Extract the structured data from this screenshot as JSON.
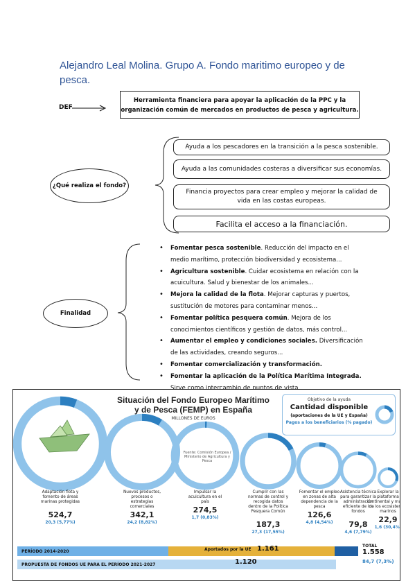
{
  "document": {
    "title": "Alejandro Leal Molina. Grupo A. Fondo maritimo europeo y de pesca.",
    "def_label": "DEF",
    "def_text": "Herramienta financiera para apoyar la aplicación de la PPC y la organización común de mercados en productos de pesca y agricultura.",
    "question": "¿Qué realiza el fondo?",
    "actions": [
      "Ayuda a los pescadores en la transición a la pesca sostenible.",
      "Ayuda a las comunidades costeras a diversificar sus economías.",
      "Financia proyectos para crear empleo y mejorar la calidad de vida en las costas europeas.",
      "Facilita el acceso a la financiación."
    ],
    "finalidad_label": "Finalidad",
    "goals": [
      {
        "bold": "Fomentar pesca sostenible",
        "rest": ". Reducción del impacto en el medio marítimo, protección biodiversidad y ecosistema..."
      },
      {
        "bold": "Agricultura sostenible",
        "rest": ". Cuidar ecosistema en relación con la acuicultura. Salud y bienestar de los animales..."
      },
      {
        "bold": "Mejora la calidad de la flota",
        "rest": ". Mejorar capturas y puertos, sustitución de motores para contaminar menos..."
      },
      {
        "bold": "Fomentar política pesquera común",
        "rest": ". Mejora de los conocimientos científicos y gestión de datos, más control..."
      },
      {
        "bold": "Aumentar el empleo y condiciones sociales.",
        "rest": " Diversificación de las actividades, creando seguros..."
      },
      {
        "bold": "Fomentar comercialización y transformación.",
        "rest": ""
      },
      {
        "bold": "Fomentar la aplicación de la Política Marítima Integrada.",
        "rest": " Sirve como intercambio de puntos de vista"
      }
    ]
  },
  "infographic": {
    "title": "Situación del Fondo Europeo Marítimo y de Pesca (FEMP) en España",
    "subtitle": "MILLONES DE EUROS",
    "legend_t1": "Objetivo de la ayuda",
    "legend_t2": "Cantidad disponible",
    "legend_t3": "(aportaciones de la UE y España)",
    "legend_t4": "Pagos a los beneficiarios (% pagado)",
    "source": "Fuente: Comisión Europea / Ministerio de Agricultura y Pesca",
    "ring_color": "#8fc3ea",
    "paid_color": "#2c7fc0",
    "period_label": "PERÍODO 2014-2020",
    "aportados_label": "Aportados por la UE",
    "aportados_value": "1.161",
    "total_label": "TOTAL",
    "total_value": "1.558",
    "spain_value": "84,7 (7,3%)",
    "proposal_label": "PROPUESTA DE FONDOS UE PARA EL PERÍODO 2021-2027",
    "proposal_value": "1.120"
  },
  "chart_data": {
    "type": "pie",
    "title": "Situación del Fondo Europeo Marítimo y de Pesca (FEMP) en España",
    "subtitle": "MILLONES DE EUROS",
    "categories": [
      "Adaptación flota y fomento de áreas marinas protegidas",
      "Nuevos productos, procesos o estrategias comerciales",
      "Impulsar la acuicultura en el país",
      "Cumplir con las normas de control y recogida datos dentro de la Política Pesquera Común",
      "Fomentar el empleo en zonas de alta dependencia de la pesca",
      "Asistencia técnica para garantizar la administración eficiente de los fondos",
      "Explorar la plataforma continental y mapeo de los ecosistemas marinos"
    ],
    "values": [
      524.7,
      342.1,
      274.5,
      187.3,
      126.6,
      79.8,
      22.9
    ],
    "value_labels": [
      "524,7",
      "342,1",
      "274,5",
      "187,3",
      "126,6",
      "79,8",
      "22,9"
    ],
    "paid_values": [
      20.3,
      24.2,
      1.7,
      27.3,
      4.8,
      4.6,
      1.6
    ],
    "paid_percent": [
      5.77,
      8.82,
      0.83,
      17.55,
      4.54,
      7.79,
      30.4
    ],
    "paid_labels": [
      "20,3 (5,77%)",
      "24,2 (8,82%)",
      "1,7 (0,83%)",
      "27,3 (17,55%)",
      "4,8 (4,54%)",
      "4,6 (7,79%)",
      "1,6 (30,4%)"
    ],
    "bars": [
      {
        "name": "PERÍODO 2014-2020",
        "eu": 1161,
        "spain": 84.7,
        "total": 1558
      },
      {
        "name": "PROPUESTA DE FONDOS UE PARA EL PERÍODO 2021-2027",
        "eu": 1120
      }
    ]
  }
}
